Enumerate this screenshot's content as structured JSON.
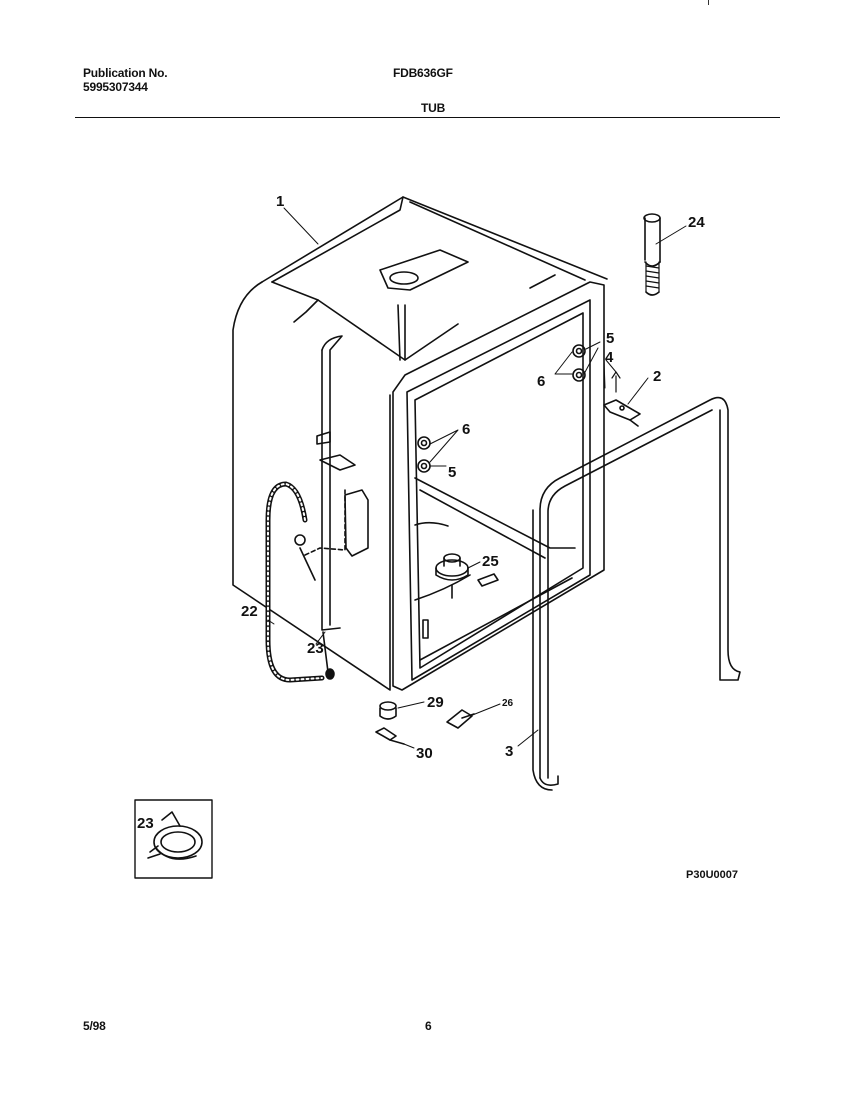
{
  "header": {
    "publication_label": "Publication No.",
    "publication_number": "5995307344",
    "model": "FDB636GF",
    "section_title": "TUB"
  },
  "diagram": {
    "callouts": [
      "1",
      "2",
      "3",
      "4",
      "5",
      "5",
      "6",
      "6",
      "22",
      "23",
      "24",
      "25",
      "26",
      "29",
      "30"
    ],
    "inset_callout": "23",
    "figure_code": "P30U0007"
  },
  "footer": {
    "date": "5/98",
    "page_number": "6"
  }
}
